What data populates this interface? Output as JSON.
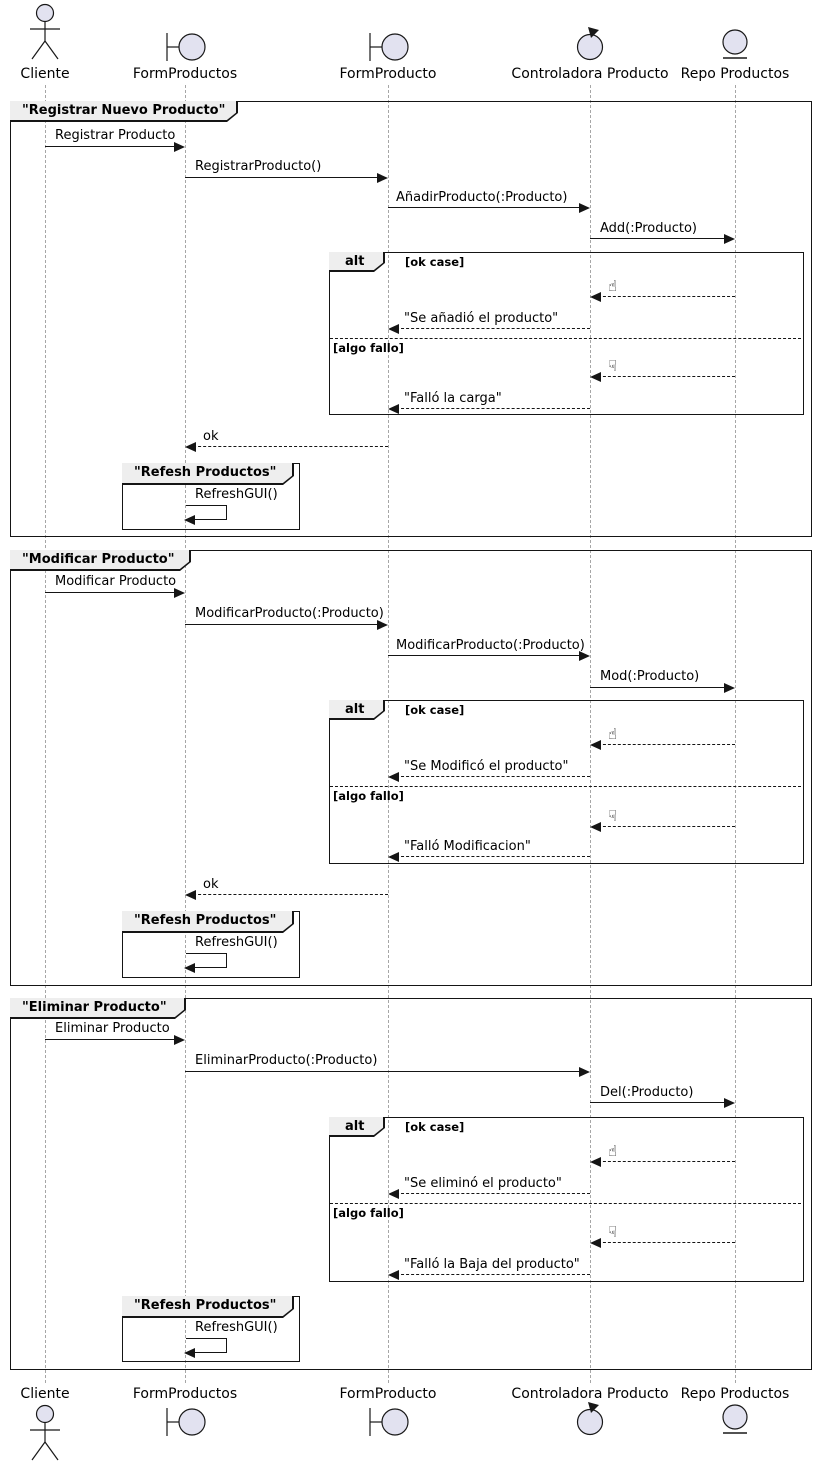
{
  "colors": {
    "participant_fill": "#E2E2F0",
    "stroke": "#181818",
    "lifeline": "#A6A6A6",
    "fragment_header_bg": "#EEEEEE",
    "background": "#FFFFFF"
  },
  "participants": [
    {
      "label": "Cliente",
      "icon": "actor-icon"
    },
    {
      "label": "FormProductos",
      "icon": "boundary-icon"
    },
    {
      "label": "FormProducto",
      "icon": "boundary-icon"
    },
    {
      "label": "Controladora Producto",
      "icon": "control-icon"
    },
    {
      "label": "Repo Productos",
      "icon": "entity-icon"
    }
  ],
  "fragment": {
    "operator": "alt",
    "ok_guard": "[ok case]",
    "fail_guard": "[algo fallo]",
    "thumb_up": "☝",
    "thumb_down": "☟"
  },
  "groups": [
    {
      "title": "\"Registrar Nuevo Producto\"",
      "m1": "Registrar Producto",
      "m2": "RegistrarProducto()",
      "m3": "AñadirProducto(:Producto)",
      "m4": "Add(:Producto)",
      "ok_reply": "\"Se añadió el producto\"",
      "fail_reply": "\"Falló la carga\"",
      "return_ok": "ok",
      "refresh_title": "\"Refesh Productos\"",
      "refresh_msg": "RefreshGUI()"
    },
    {
      "title": "\"Modificar Producto\"",
      "m1": "Modificar Producto",
      "m2": "ModificarProducto(:Producto)",
      "m3": "ModificarProducto(:Producto)",
      "m4": "Mod(:Producto)",
      "ok_reply": "\"Se Modificó el producto\"",
      "fail_reply": "\"Falló Modificacion\"",
      "return_ok": "ok",
      "refresh_title": "\"Refesh Productos\"",
      "refresh_msg": "RefreshGUI()"
    },
    {
      "title": "\"Eliminar Producto\"",
      "m1": "Eliminar Producto",
      "m2": "EliminarProducto(:Producto)",
      "m3": "Del(:Producto)",
      "ok_reply": "\"Se eliminó el producto\"",
      "fail_reply": "\"Falló la Baja del producto\"",
      "refresh_title": "\"Refesh Productos\"",
      "refresh_msg": "RefreshGUI()"
    }
  ]
}
